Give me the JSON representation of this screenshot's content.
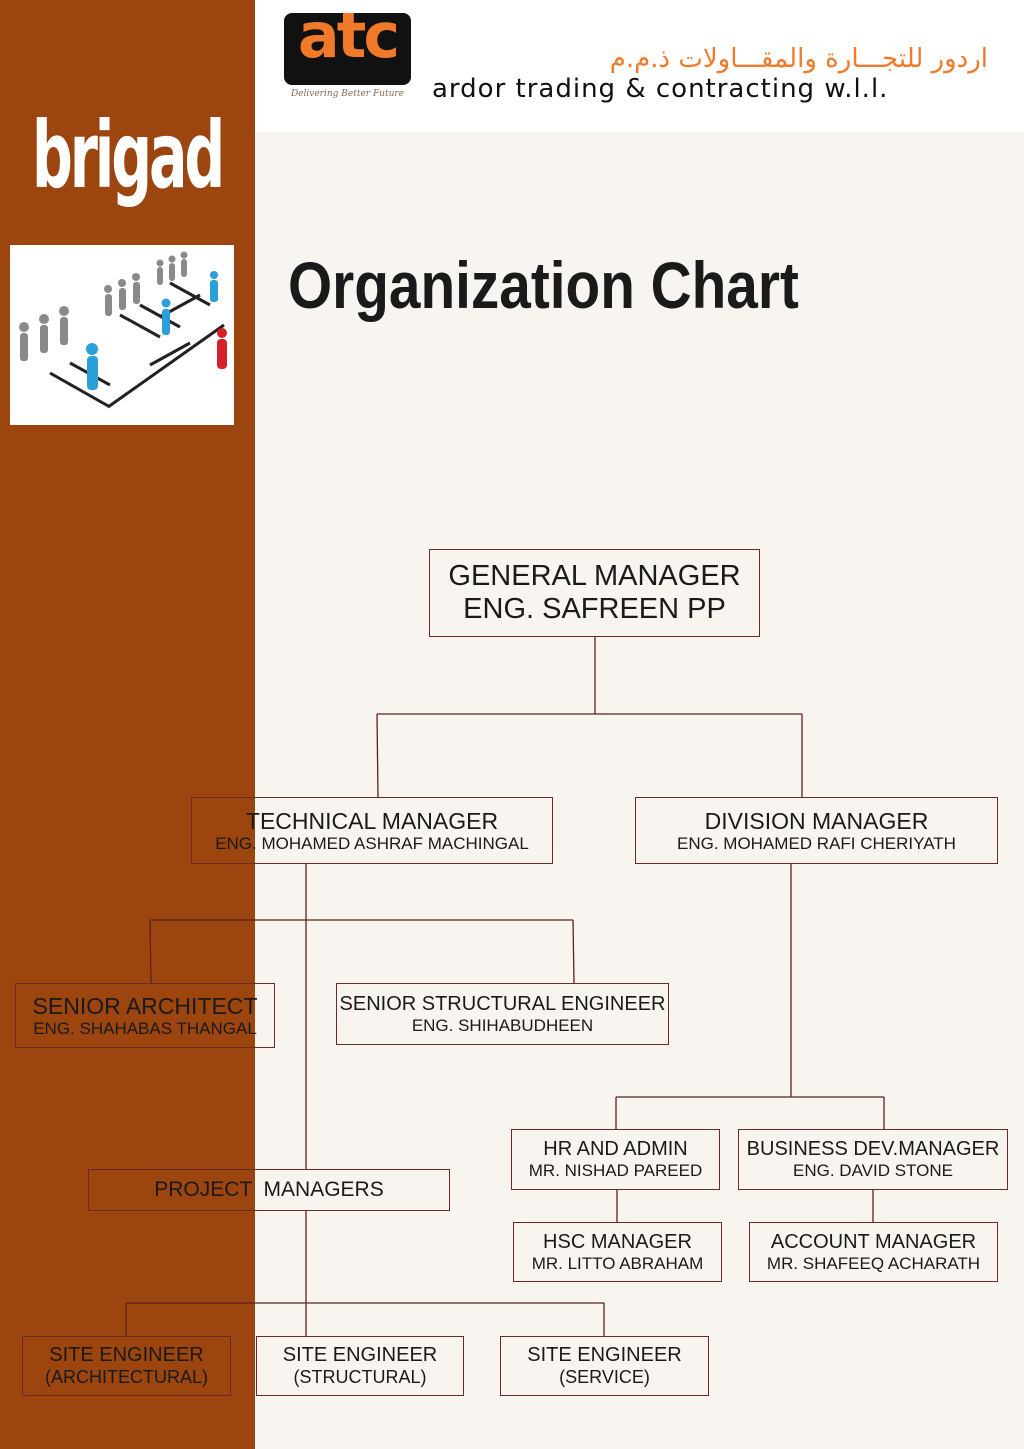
{
  "logo": {
    "text": "atc",
    "tagline": "Delivering Better Future"
  },
  "company": {
    "arabic": "اردور للتجـــارة والمقـــاولات ذ.م.م",
    "english": "ardor trading & contracting w.l.l."
  },
  "brand_word": "brigad",
  "title": "Organization Chart",
  "colors": {
    "sidebar": "#9c450f",
    "logo_orange": "#f07a2a",
    "box_border": "#6b2a2a",
    "background": "#f8f4ef"
  },
  "illustration": {
    "name": "people-hierarchy-figures"
  },
  "org": {
    "general_manager": {
      "role": "GENERAL MANAGER",
      "person": "ENG. SAFREEN PP"
    },
    "technical_manager": {
      "role": "TECHNICAL MANAGER",
      "person": "ENG. MOHAMED ASHRAF MACHINGAL"
    },
    "division_manager": {
      "role": "DIVISION MANAGER",
      "person": "ENG. MOHAMED RAFI CHERIYATH"
    },
    "senior_architect": {
      "role": "SENIOR ARCHITECT",
      "person": "ENG. SHAHABAS THANGAL"
    },
    "senior_structural_engineer": {
      "role": "SENIOR STRUCTURAL ENGINEER",
      "person": "ENG. SHIHABUDHEEN"
    },
    "hr_admin": {
      "role": "HR AND ADMIN",
      "person": "MR. NISHAD PAREED"
    },
    "business_dev_manager": {
      "role": "BUSINESS DEV.MANAGER",
      "person": "ENG. DAVID STONE"
    },
    "hsc_manager": {
      "role": "HSC MANAGER",
      "person": "MR. LITTO ABRAHAM"
    },
    "account_manager": {
      "role": "ACCOUNT MANAGER",
      "person": "MR. SHAFEEQ ACHARATH"
    },
    "project_managers": {
      "role": "PROJECT  MANAGERS"
    },
    "site_engineer_architectural": {
      "role": "SITE ENGINEER",
      "person": "(ARCHITECTURAL)"
    },
    "site_engineer_structural": {
      "role": "SITE ENGINEER",
      "person": "(STRUCTURAL)"
    },
    "site_engineer_service": {
      "role": "SITE ENGINEER",
      "person": "(SERVICE)"
    }
  }
}
